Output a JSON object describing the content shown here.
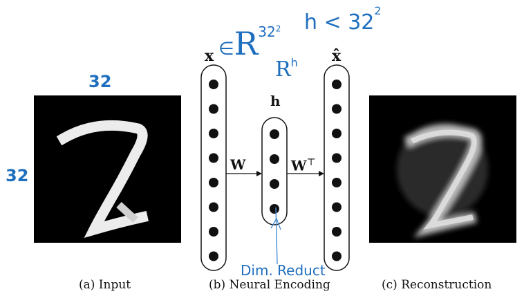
{
  "panels": {
    "input_caption": "(a) Input",
    "encoding_caption": "(b) Neural Encoding",
    "reconstruction_caption": "(c) Reconstruction"
  },
  "network": {
    "x_label": "x",
    "h_label": "h",
    "xhat_label": "x̂",
    "w_label": "W",
    "wt_label": "W",
    "wt_sup": "⊤",
    "input_nodes": 8,
    "hidden_nodes": 4,
    "output_nodes": 8
  },
  "annotations": {
    "width_32": "32",
    "height_32": "32",
    "x_in": "∈",
    "x_space": "R",
    "x_space_exp": "32",
    "x_space_exp2": "2",
    "h_space": "R",
    "h_space_exp": "h",
    "constraint": "h < 32",
    "constraint_exp": "2",
    "dim_reduct": "Dim. Reduct"
  },
  "colors": {
    "annotation": "#1f6fbf",
    "ink": "#111111",
    "image_bg": "#000000"
  }
}
